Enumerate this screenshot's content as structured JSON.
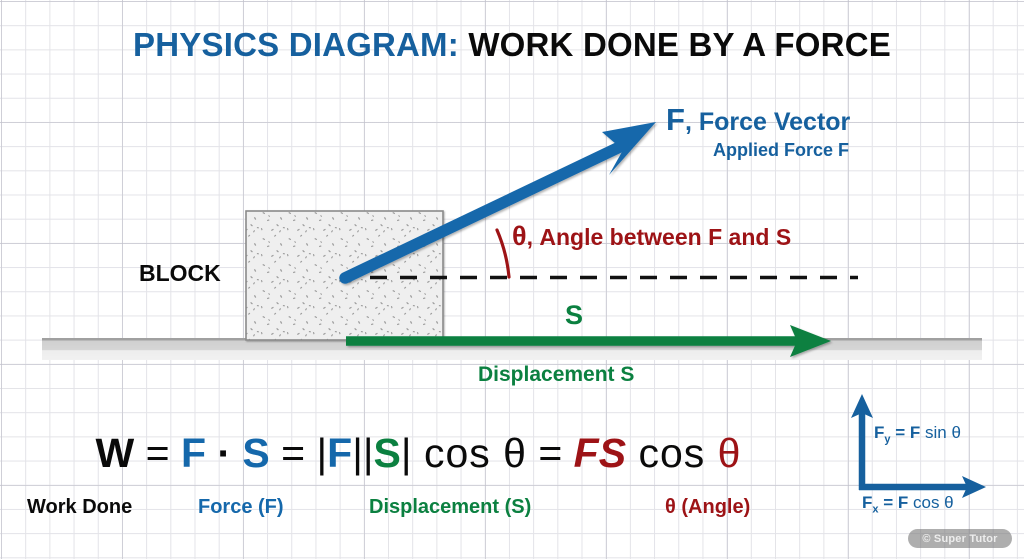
{
  "title": {
    "highlight": "PHYSICS DIAGRAM:",
    "rest": "WORK DONE BY A FORCE"
  },
  "force": {
    "symbol": "F",
    "label": ", Force Vector",
    "sublabel_prefix": "Applied Force ",
    "sublabel_symbol": "F"
  },
  "angle": {
    "symbol": "θ",
    "label": ", Angle between ",
    "force_symbol": "F",
    "conjunction": " and ",
    "disp_symbol": "S"
  },
  "block": {
    "label": "BLOCK"
  },
  "displacement": {
    "symbol": "S",
    "label_prefix": "Displacement ",
    "label_symbol": "S"
  },
  "formula": {
    "w": "W",
    "eq1": " = ",
    "f1": "F",
    "dot": " · ",
    "s1": "S",
    "eq2": " = ",
    "bar1": "|",
    "f2": "F",
    "bar2": "||",
    "s2": "S",
    "bar3": "|",
    "cos1": " cos θ",
    "eq3": " = ",
    "fs": "FS",
    "cos2": " cos ",
    "theta2": "θ"
  },
  "legend": {
    "work": "Work Done",
    "force": "Force (F)",
    "displacement": "Displacement (S)",
    "angle": "θ (Angle)"
  },
  "components": {
    "y_symbol": "F",
    "y_sub": "y",
    "y_expr_bold": " = F",
    "y_expr": " sin θ",
    "x_symbol": "F",
    "x_sub": "x",
    "x_expr_bold": " = F",
    "x_expr": " cos θ"
  },
  "watermark": {
    "text": "© Super Tutor"
  },
  "colors": {
    "blue": "#16609e",
    "vector_blue": "#1568ab",
    "green": "#0b8040",
    "red": "#9d1316",
    "black": "#0a0a0a",
    "block_fill": "#efefef",
    "ground": "#d2d2d2"
  }
}
